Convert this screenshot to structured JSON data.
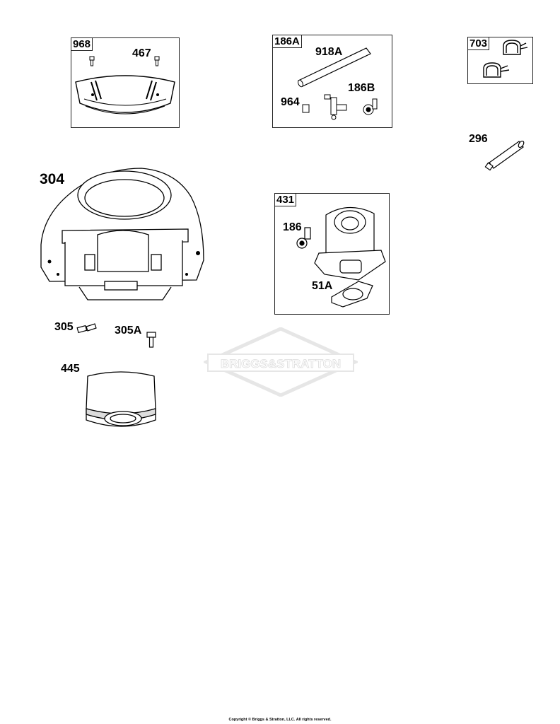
{
  "diagram": {
    "boxes": [
      {
        "id": "box-968",
        "number": "968",
        "callouts": [
          "467"
        ]
      },
      {
        "id": "box-186A",
        "number": "186A",
        "callouts": [
          "918A",
          "964",
          "186B"
        ]
      },
      {
        "id": "box-703",
        "number": "703",
        "callouts": []
      },
      {
        "id": "box-431",
        "number": "431",
        "callouts": [
          "186",
          "51A"
        ]
      }
    ],
    "parts": {
      "p296": "296",
      "p304": "304",
      "p305": "305",
      "p305A": "305A",
      "p445": "445"
    },
    "watermark_text": "BRIGGS&STRATTON",
    "copyright": "Copyright © Briggs & Stratton, LLC. All rights reserved."
  }
}
